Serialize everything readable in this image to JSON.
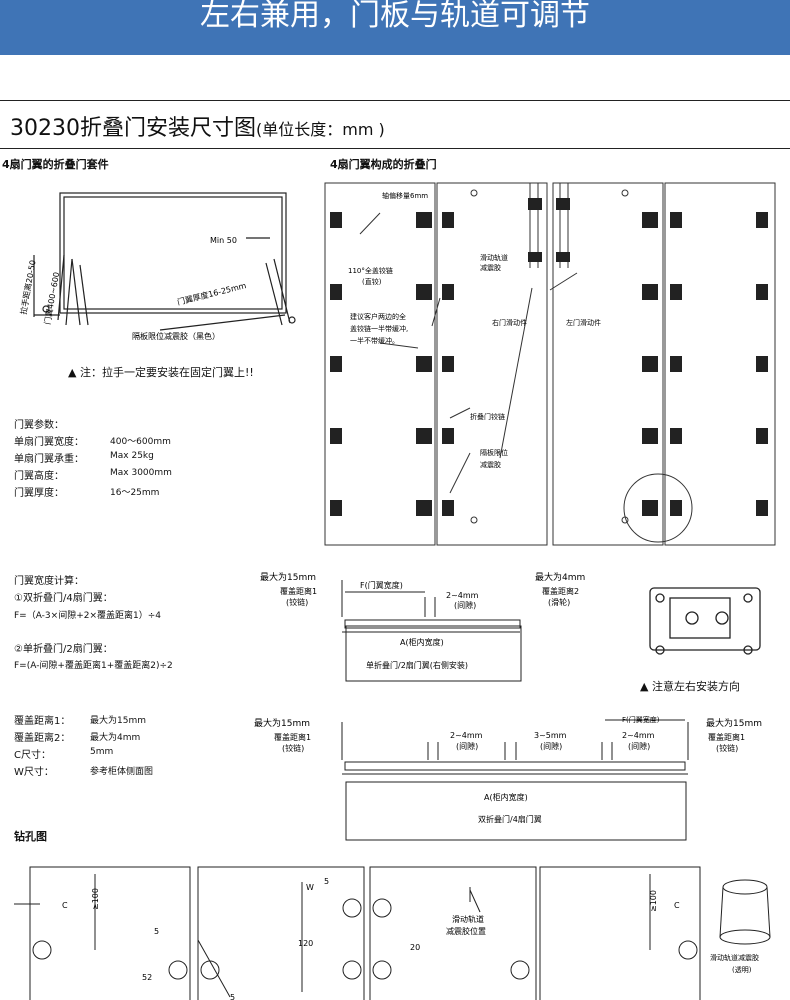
{
  "banner": {
    "text": "左右兼用，门板与轨道可调节"
  },
  "title": {
    "main": "30230折叠门安装尺寸图",
    "unit": "(单位长度：mm )"
  },
  "left_section": {
    "heading": "4扇门翼的折叠门套件",
    "min_label": "Min 50",
    "handle_dist": "拉手距离20-50",
    "door_width": "门翼400~600",
    "thickness": "门翼厚度16-25mm",
    "damper": "隔板限位减震胶（黑色）",
    "note": "▲ 注：拉手一定要安装在固定门翼上!!"
  },
  "params": {
    "heading": "门翼参数：",
    "rows": [
      {
        "label": "单扇门翼宽度：",
        "value": "400～600mm"
      },
      {
        "label": "单扇门翼承重：",
        "value": "Max 25kg"
      },
      {
        "label": "门翼高度：",
        "value": "Max 3000mm"
      },
      {
        "label": "门翼厚度：",
        "value": "16～25mm"
      }
    ]
  },
  "right_section": {
    "heading": "4扇门翼构成的折叠门",
    "axis_shift": "轴偏移量6mm",
    "hinge_110": "110°全盖铰链",
    "hinge_110_sub": "(直铰)",
    "slide_damper": "滑动轨道",
    "slide_damper_2": "减震胶",
    "suggest_1": "建议客户两边的全",
    "suggest_2": "盖铰链一半带缓冲,",
    "suggest_3": "一半不带缓冲。",
    "right_slider": "右门滑动件",
    "left_slider": "左门滑动件",
    "fold_hinge": "折叠门铰链",
    "partition_1": "隔板限位",
    "partition_2": "减震胶",
    "install_note": "▲ 注意左右安装方向"
  },
  "calc": {
    "heading": "门翼宽度计算：",
    "double_title": "①双折叠门/4扇门翼：",
    "double_formula": "F=（A-3×间隙+2×覆盖距离1）÷4",
    "single_title": "②单折叠门/2扇门翼：",
    "single_formula": "F=(A-间隙+覆盖距离1+覆盖距离2)÷2"
  },
  "diagram1": {
    "max15": "最大为15mm",
    "cover1": "覆盖距离1",
    "hinge": "(铰链)",
    "f_label": "F(门翼宽度)",
    "gap": "2~4mm",
    "gap_label": "(间隙)",
    "max4": "最大为4mm",
    "cover2": "覆盖距离2",
    "pulley": "(滑轮)",
    "a_label": "A(柜内宽度)",
    "caption": "单折叠门/2扇门翼(右侧安装)"
  },
  "legend": {
    "rows": [
      {
        "label": "覆盖距离1：",
        "value": "最大为15mm"
      },
      {
        "label": "覆盖距离2：",
        "value": "最大为4mm"
      },
      {
        "label": "C尺寸：",
        "value": "5mm"
      },
      {
        "label": "W尺寸：",
        "value": "参考柜体侧面图"
      }
    ]
  },
  "diagram2": {
    "max15_left": "最大为15mm",
    "cover1_left": "覆盖距离1",
    "hinge_left": "(铰链)",
    "gap1": "2~4mm",
    "gap1_label": "(间隙)",
    "gap2": "3~5mm",
    "gap2_label": "(间隙)",
    "f_label": "F(门翼宽度)",
    "gap3": "2~4mm",
    "gap3_label": "(间隙)",
    "max15_right": "最大为15mm",
    "cover1_right": "覆盖距离1",
    "hinge_right": "(铰链)",
    "a_label": "A(柜内宽度)",
    "caption": "双折叠门/4扇门翼"
  },
  "drill": {
    "heading": "钻孔图",
    "c": "C",
    "ge100": "≥100",
    "five": "5",
    "fiftytwo": "52",
    "w": "W",
    "five_b": "5",
    "one20": "120",
    "twenty": "20",
    "slide_1": "滑动轨道",
    "slide_2": "减震胶位置",
    "c_right": "C",
    "ge100_right": "≥100",
    "damper_1": "滑动轨道减震胶",
    "damper_2": "(透明)",
    "five_c": "5"
  }
}
